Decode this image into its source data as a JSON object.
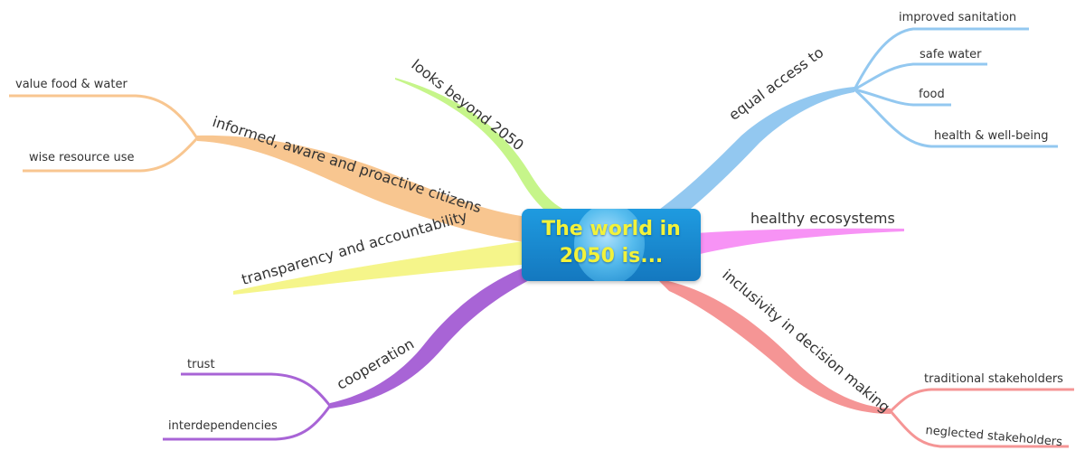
{
  "center": {
    "line1": "The world in",
    "line2": "2050 is..."
  },
  "branches": {
    "looks_beyond": "looks beyond 2050",
    "equal_access": "equal access to",
    "healthy_ecosystems": "healthy ecosystems",
    "inclusivity": "inclusivity in decision making",
    "cooperation": "cooperation",
    "transparency": "transparency and accountability",
    "informed": "informed, aware and proactive citizens"
  },
  "sub": {
    "improved_sanitation": "improved sanitation",
    "safe_water": "safe water",
    "food": "food",
    "health": "health & well-being",
    "traditional": "traditional stakeholders",
    "neglected": "neglected stakeholders",
    "trust": "trust",
    "interdependencies": "interdependencies",
    "value_food": "value food & water",
    "wise_resource": "wise resource use"
  },
  "colors": {
    "looks_beyond": "#c6f58a",
    "equal_access": "#93c8f0",
    "healthy_ecosystems": "#f793f5",
    "inclusivity": "#f59595",
    "cooperation": "#a864d6",
    "transparency": "#f5f58a",
    "informed": "#f8c690",
    "center_text": "#f2f23a"
  }
}
